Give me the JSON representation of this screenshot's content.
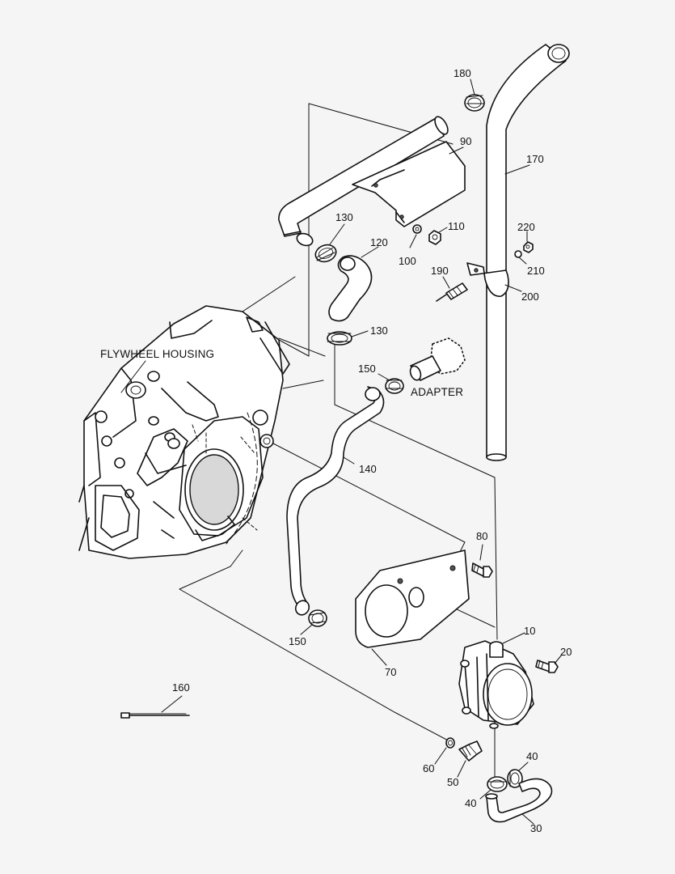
{
  "labels": {
    "flywheel_housing": "FLYWHEEL HOUSING",
    "adapter": "ADAPTER",
    "p10": "10",
    "p20": "20",
    "p30": "30",
    "p40a": "40",
    "p40b": "40",
    "p50": "50",
    "p60": "60",
    "p70": "70",
    "p80": "80",
    "p90": "90",
    "p100": "100",
    "p110": "110",
    "p120": "120",
    "p130a": "130",
    "p130b": "130",
    "p140": "140",
    "p150a": "150",
    "p150b": "150",
    "p160": "160",
    "p170": "170",
    "p180": "180",
    "p190": "190",
    "p200": "200",
    "p210": "210",
    "p220": "220"
  }
}
